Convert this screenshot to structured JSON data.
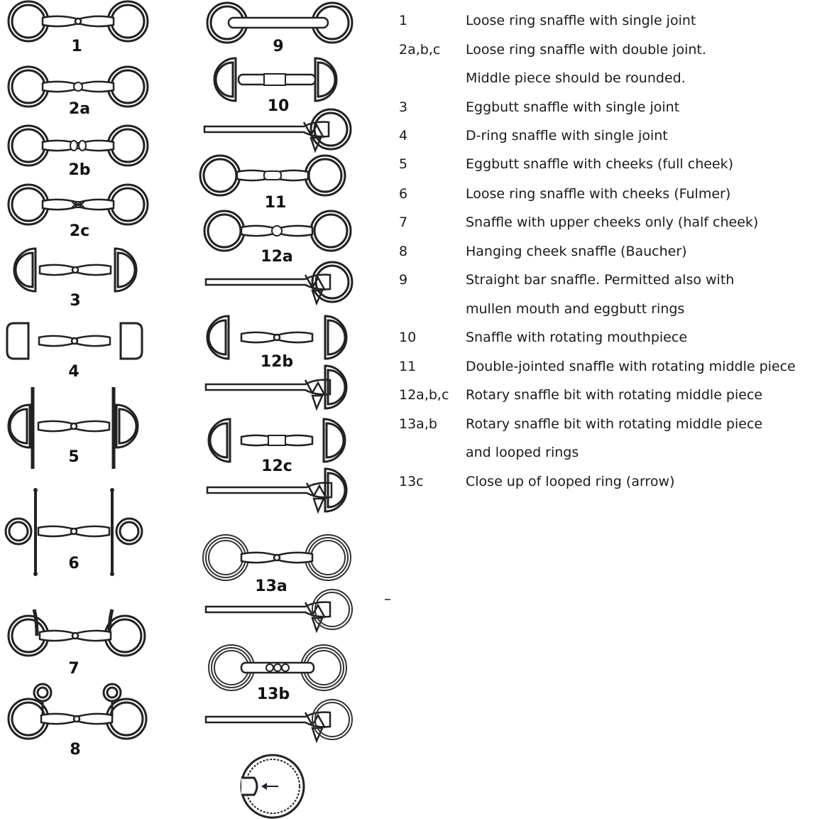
{
  "figures": {
    "f1": "1",
    "f2a": "2a",
    "f2b": "2b",
    "f2c": "2c",
    "f3": "3",
    "f4": "4",
    "f5": "5",
    "f6": "6",
    "f7": "7",
    "f8": "8",
    "f9": "9",
    "f10": "10",
    "f11": "11",
    "f12a": "12a",
    "f12b": "12b",
    "f12c": "12c",
    "f13a": "13a",
    "f13b": "13b"
  },
  "legend": [
    {
      "id": "1",
      "desc": "Loose ring snaffle with single joint"
    },
    {
      "id": "2a,b,c",
      "desc": "Loose ring snaffle with double joint."
    },
    {
      "id": "",
      "desc": "Middle piece should be rounded."
    },
    {
      "id": "3",
      "desc": "Eggbutt snaffle with single joint"
    },
    {
      "id": "4",
      "desc": "D-ring snaffle with single joint"
    },
    {
      "id": "5",
      "desc": "Eggbutt snaffle with cheeks (full cheek)"
    },
    {
      "id": "6",
      "desc": "Loose ring snaffle with cheeks (Fulmer)"
    },
    {
      "id": "7",
      "desc": "Snaffle with upper cheeks only (half cheek)"
    },
    {
      "id": "8",
      "desc": "Hanging cheek snaffle (Baucher)"
    },
    {
      "id": "9",
      "desc": "Straight bar snaffle. Permitted also with"
    },
    {
      "id": "",
      "desc": "mullen mouth and eggbutt rings"
    },
    {
      "id": "10",
      "desc": "Snaffle with rotating mouthpiece"
    },
    {
      "id": "11",
      "desc": "Double-jointed snaffle with rotating middle piece"
    },
    {
      "id": "12a,b,c",
      "desc": "Rotary snaffle bit with rotating middle piece"
    },
    {
      "id": "13a,b",
      "desc": "Rotary snaffle bit with rotating middle piece"
    },
    {
      "id": "",
      "desc": "and looped rings"
    },
    {
      "id": "13c",
      "desc": "Close up of looped ring (arrow)"
    }
  ]
}
